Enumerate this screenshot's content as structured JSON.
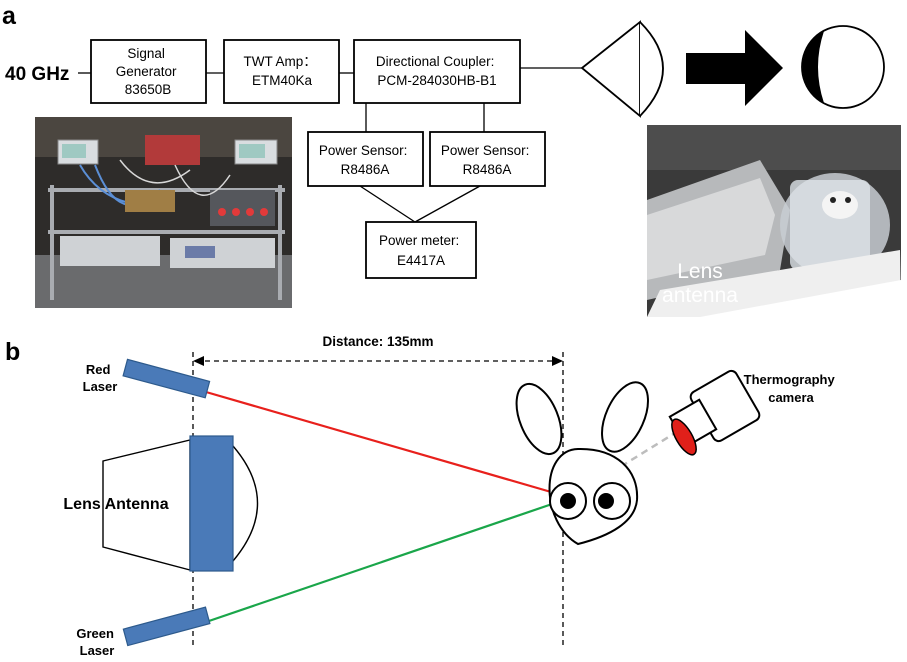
{
  "panel_a": {
    "label": "a",
    "frequency": "40 GHz",
    "boxes": {
      "signal_generator": [
        "Signal",
        "Generator",
        "83650B"
      ],
      "twt_amp": [
        "TWT Amp：",
        "ETM40Ka"
      ],
      "directional_coupler": [
        "Directional Coupler:",
        "PCM-284030HB-B1"
      ],
      "power_sensor_1": [
        "Power Sensor:",
        "R8486A"
      ],
      "power_sensor_2": [
        "Power Sensor:",
        "R8486A"
      ],
      "power_meter": [
        "Power meter:",
        "E4417A"
      ]
    },
    "photo_label": [
      "Lens",
      "antenna"
    ]
  },
  "panel_b": {
    "label": "b",
    "distance": "Distance: 135mm",
    "red_laser": [
      "Red",
      "Laser"
    ],
    "green_laser": [
      "Green",
      "Laser"
    ],
    "lens_antenna": "Lens Antenna",
    "thermography_camera": [
      "Thermography",
      "camera"
    ]
  },
  "colors": {
    "box_stroke": "#000000",
    "antenna_blue": "#4a7ab8",
    "antenna_blue_dark": "#2d5a8c",
    "red_beam": "#e8201c",
    "green_beam": "#1aa64a",
    "camera_lens": "#e0201a",
    "dashed_gray": "#bdbdbd",
    "photo_dark": "#3b3b3b"
  }
}
